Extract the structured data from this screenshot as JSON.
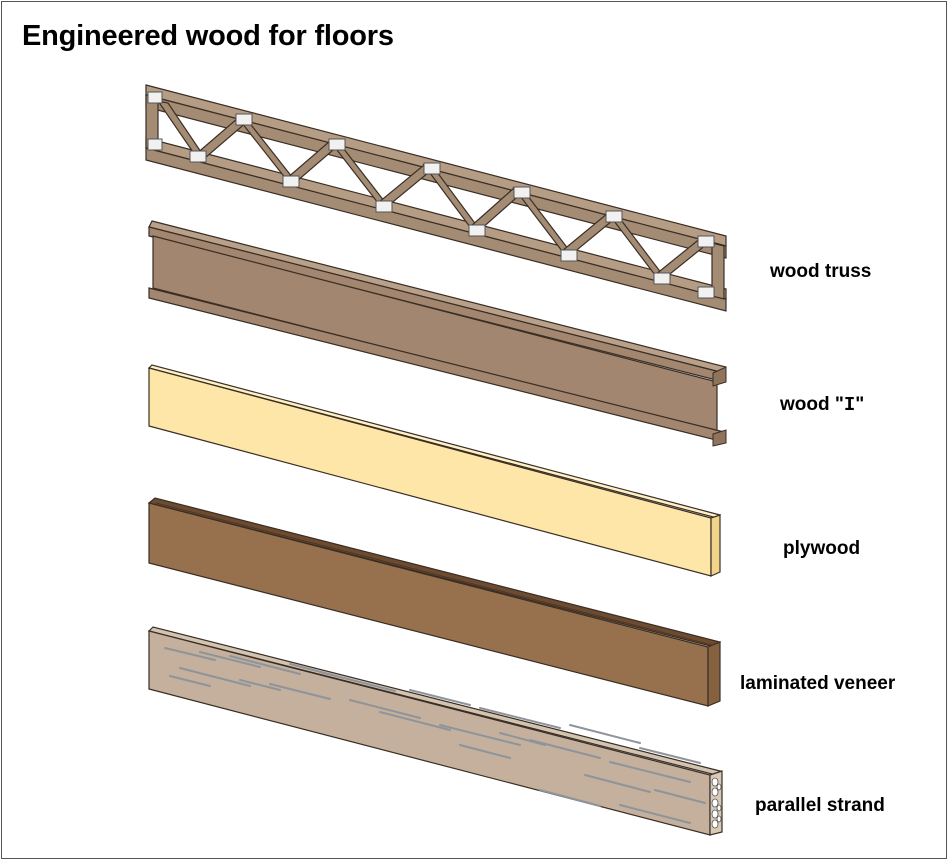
{
  "title": "Engineered wood for floors",
  "items": [
    {
      "label": "wood truss"
    },
    {
      "label_prefix": "wood \"",
      "label_mono": "I",
      "label_suffix": "\""
    },
    {
      "label": "plywood"
    },
    {
      "label": "laminated veneer"
    },
    {
      "label": "parallel strand"
    }
  ],
  "colors": {
    "truss_wood": "#a48b74",
    "truss_plate": "#f1f1f1",
    "i_joist_web": "#a28670",
    "plywood_face": "#fde6a8",
    "lvl_face": "#97714d",
    "psl_face": "#c4b09c",
    "psl_strand": "#8e949a",
    "outline": "#3a2e24"
  }
}
